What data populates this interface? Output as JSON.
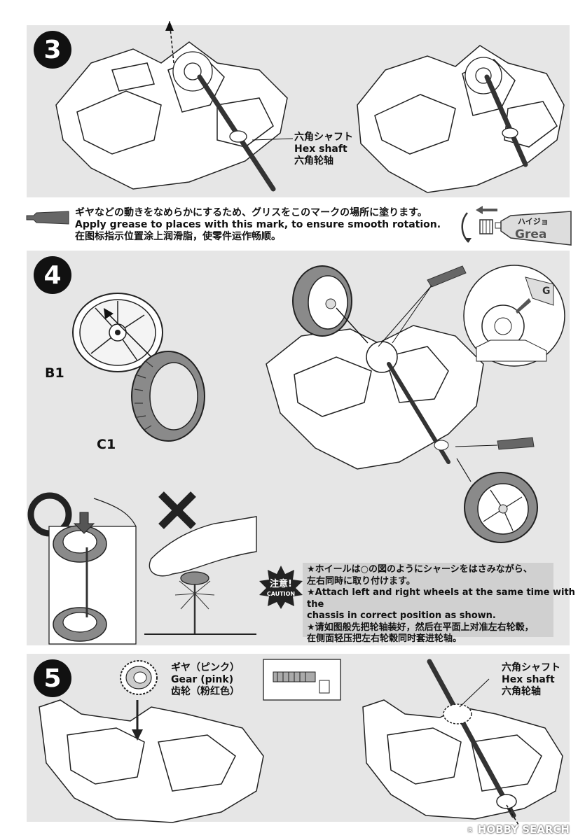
{
  "steps": [
    {
      "number": "3"
    },
    {
      "number": "4"
    },
    {
      "number": "5"
    }
  ],
  "step3": {
    "hex_shaft_label": [
      "六角シャフト",
      "Hex shaft",
      "六角轮轴"
    ]
  },
  "grease_note": {
    "lines": [
      "ギヤなどの動きをなめらかにするため、グリスをこのマークの場所に塗ります。",
      "Apply grease to places with this mark, to ensure smooth rotation.",
      "在图标指示位置涂上润滑脂，使零件运作畅顺。"
    ],
    "tube_text": [
      "ハイジョ",
      "Grea"
    ]
  },
  "step4": {
    "parts": [
      "B1",
      "C1"
    ],
    "correct_mark": "○",
    "wrong_mark": "×",
    "caution_badge": [
      "注意!",
      "CAUTION"
    ],
    "caution_lines": [
      "★ホイールは○の図のようにシャーシをはさみながら、",
      "左右同時に取り付けます。",
      "★Attach left and right wheels at the same time with the",
      "chassis in correct position as shown.",
      "★请如图般先把轮轴装好，然后在平面上对准左右轮毂，",
      "在侧面轻压把左右轮毂同时套进轮轴。"
    ]
  },
  "step5": {
    "gear_label": [
      "ギヤ（ピンク）",
      "Gear (pink)",
      "齿轮（粉红色）"
    ],
    "hex_shaft_label": [
      "六角シャフト",
      "Hex shaft",
      "六角轮轴"
    ]
  },
  "watermark": "HOBBY SEARCH",
  "colors": {
    "panel": "#e6e6e6",
    "caution_box": "#d0d0d0",
    "ink": "#111111",
    "tube": "#666666"
  }
}
